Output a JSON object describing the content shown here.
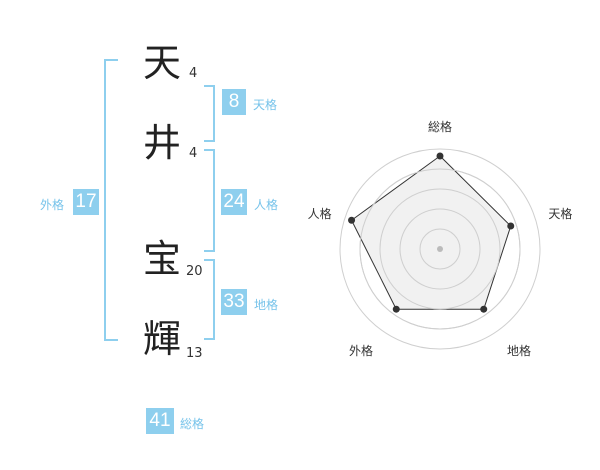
{
  "name_chars": [
    {
      "char": "天",
      "strokes": "4"
    },
    {
      "char": "井",
      "strokes": "4"
    },
    {
      "char": "宝",
      "strokes": "20"
    },
    {
      "char": "輝",
      "strokes": "13"
    }
  ],
  "scores": {
    "tenkaku": {
      "value": "8",
      "label": "天格"
    },
    "jinkaku": {
      "value": "24",
      "label": "人格"
    },
    "chikaku": {
      "value": "33",
      "label": "地格"
    },
    "gaikaku": {
      "value": "17",
      "label": "外格"
    },
    "soukaku": {
      "value": "41",
      "label": "総格"
    }
  },
  "chart_data": {
    "type": "radar",
    "axes": [
      "総格",
      "天格",
      "地格",
      "外格",
      "人格"
    ],
    "values": [
      1.0,
      0.8,
      0.8,
      0.8,
      1.0
    ],
    "rings": 4,
    "colors": {
      "fill": "#efefef",
      "line": "#333333",
      "ring": "#cfcfcf",
      "center": "#bbbbbb"
    }
  }
}
